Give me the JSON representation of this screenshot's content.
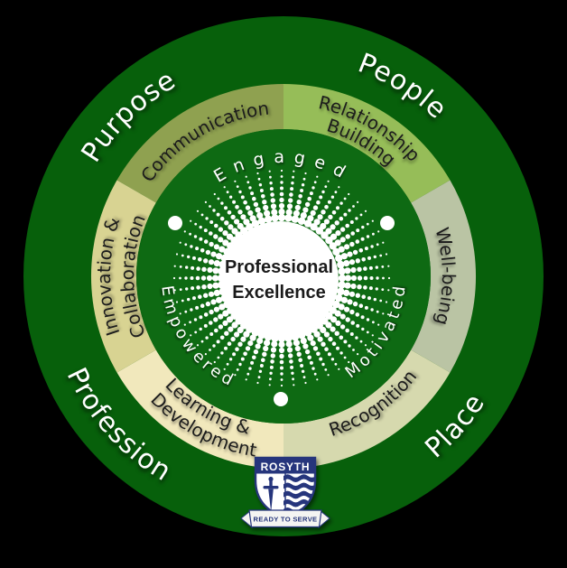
{
  "colors": {
    "background": "#000000",
    "outer_ring": "#07600b",
    "inner_disc": "#0e6a13",
    "center_circle": "#ffffff",
    "center_text": "#1b1b1b",
    "segment_text": "#1c1c1c",
    "outer_label_text": "#ffffff",
    "inner_word_text": "#ffffff",
    "dot": "#ffffff",
    "crest_navy": "#26367b",
    "crest_white": "#ffffff",
    "ribbon_white": "#f4f4f2"
  },
  "outer_labels": {
    "purpose": "Purpose",
    "people": "People",
    "place": "Place",
    "profession": "Profession"
  },
  "segments": {
    "communication": {
      "label": "Communication",
      "color": "#8fa150"
    },
    "relationship_building": {
      "line1": "Relationship",
      "line2": "Building",
      "color": "#96bd58"
    },
    "well_being": {
      "label": "Well-being",
      "color": "#bac4a4"
    },
    "recognition": {
      "label": "Recognition",
      "color": "#d6d9ae"
    },
    "learning_development": {
      "line1": "Learning &",
      "line2": "Development",
      "color": "#f1e8bc"
    },
    "innovation_collaboration": {
      "line1": "Innovation &",
      "line2": "Collaboration",
      "color": "#d8d392"
    }
  },
  "inner_words": {
    "engaged": "Engaged",
    "motivated": "Motivated",
    "empowered": "Empowered"
  },
  "center": {
    "line1": "Professional",
    "line2": "Excellence"
  },
  "crest": {
    "school_name": "ROSYTH",
    "motto": "READY TO SERVE"
  }
}
